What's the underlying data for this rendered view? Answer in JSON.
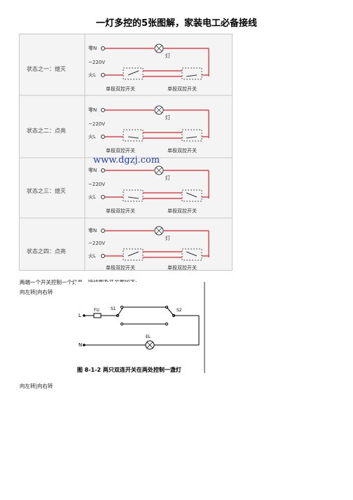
{
  "document": {
    "title": "一灯多控的5张图解，家装电工必备接线",
    "caption_main": "两端一个开关控制一个灯具，接线图及开关图如下:",
    "caption_sub1": "向左转|向右转",
    "caption_sub2": "向左转|向右转"
  },
  "diagram1": {
    "rows": [
      {
        "state": "状态之一：熄灭"
      },
      {
        "state": "状态之二：点亮"
      },
      {
        "state": "状态之三：熄灭"
      },
      {
        "state": "状态之四：点亮"
      }
    ],
    "neutral_label": "零N",
    "live_label": "火L",
    "voltage_label": "~220V",
    "lamp_label": "灯",
    "switch_label_1": "单极双控开关",
    "switch_label_2": "单极双控开关",
    "watermark": "www.dgzj.com",
    "wire_color": "#d8232a",
    "dash_color": "#555555"
  },
  "diagram2": {
    "label_L": "L",
    "label_N": "N",
    "label_FU": "FU",
    "label_S1": "S1",
    "label_S2": "S2",
    "label_EL": "EL",
    "bottom_caption": "图 8-1-2 两只双连开关在两处控制一盏灯"
  }
}
